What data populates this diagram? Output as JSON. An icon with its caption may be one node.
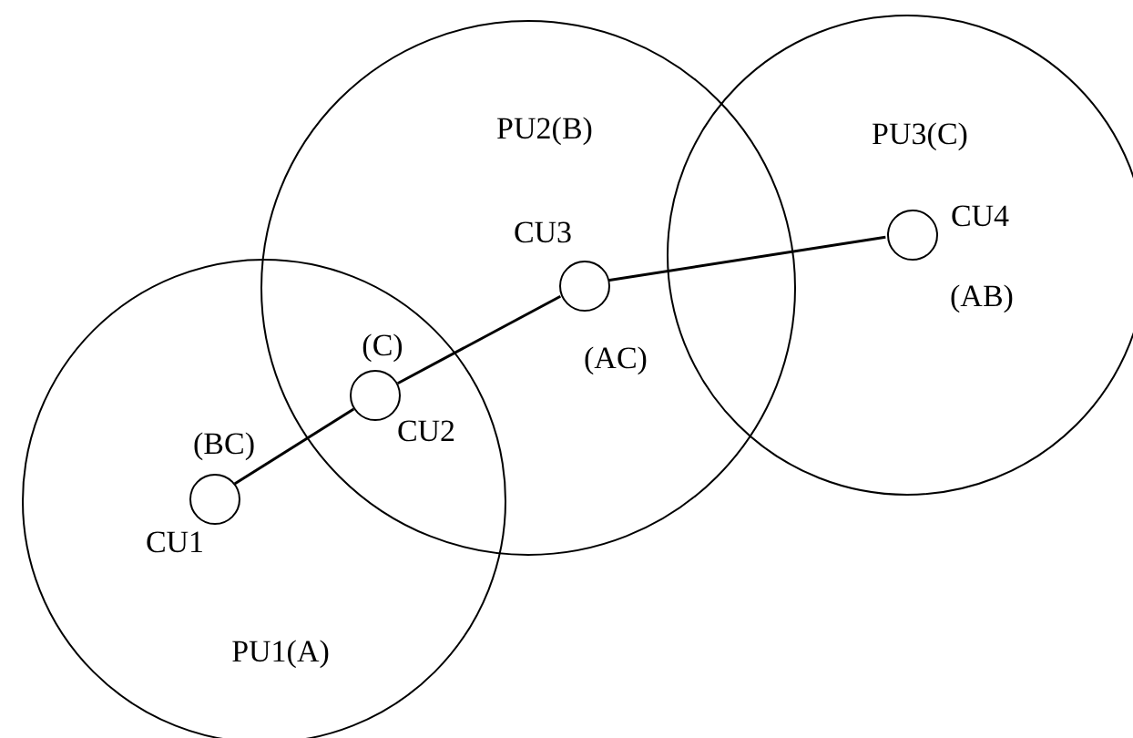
{
  "diagram": {
    "nodes": [
      {
        "text": [
          "PU1(A)"
        ]
      },
      {
        "text": [
          "PU2(B)"
        ]
      },
      {
        "text": [
          "PU3(C)"
        ]
      },
      {
        "text": [],
        "shape": "circle",
        "in": 0,
        "beside": [
          "(BC)",
          "CU1"
        ]
      },
      {
        "text": [],
        "shape": "circle",
        "beside": [
          "(C)",
          "CU2"
        ]
      },
      {
        "text": [],
        "shape": "circle",
        "in": 1,
        "beside": [
          "CU3",
          "(AC)"
        ]
      },
      {
        "text": [],
        "shape": "circle",
        "in": 2,
        "beside": [
          "CU4",
          "(AB)"
        ]
      }
    ],
    "edges": [
      {
        "from": 3,
        "to": 4,
        "arrow": "none"
      },
      {
        "from": 4,
        "to": 5,
        "arrow": "none"
      },
      {
        "from": 5,
        "to": 6,
        "arrow": "none"
      }
    ]
  }
}
